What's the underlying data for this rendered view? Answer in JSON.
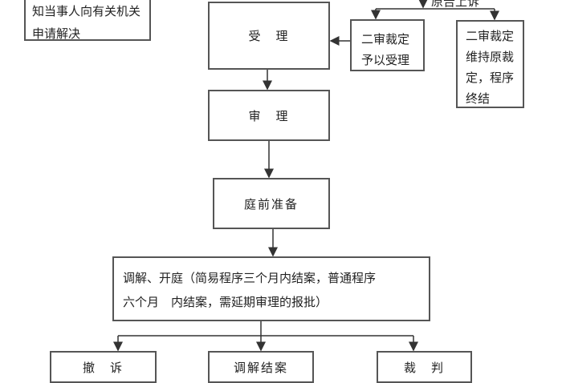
{
  "nodes": {
    "notice": [
      "知当事人向有关机关",
      "申请解决"
    ],
    "accept": "受　理",
    "appeal_label": "原告上诉",
    "second_accept": [
      "二审裁定",
      "予以受理"
    ],
    "second_uphold": [
      "二审裁定",
      "维持原裁",
      "定，程序",
      "终结"
    ],
    "trial": "审　理",
    "pretrial": "庭前准备",
    "hearing": [
      "调解、开庭（简易程序三个月内结案，普通程序",
      "六个月　内结案，需延期审理的报批）"
    ],
    "withdraw": "撤　诉",
    "mediation": "调解结案",
    "judgment": "裁　判"
  }
}
